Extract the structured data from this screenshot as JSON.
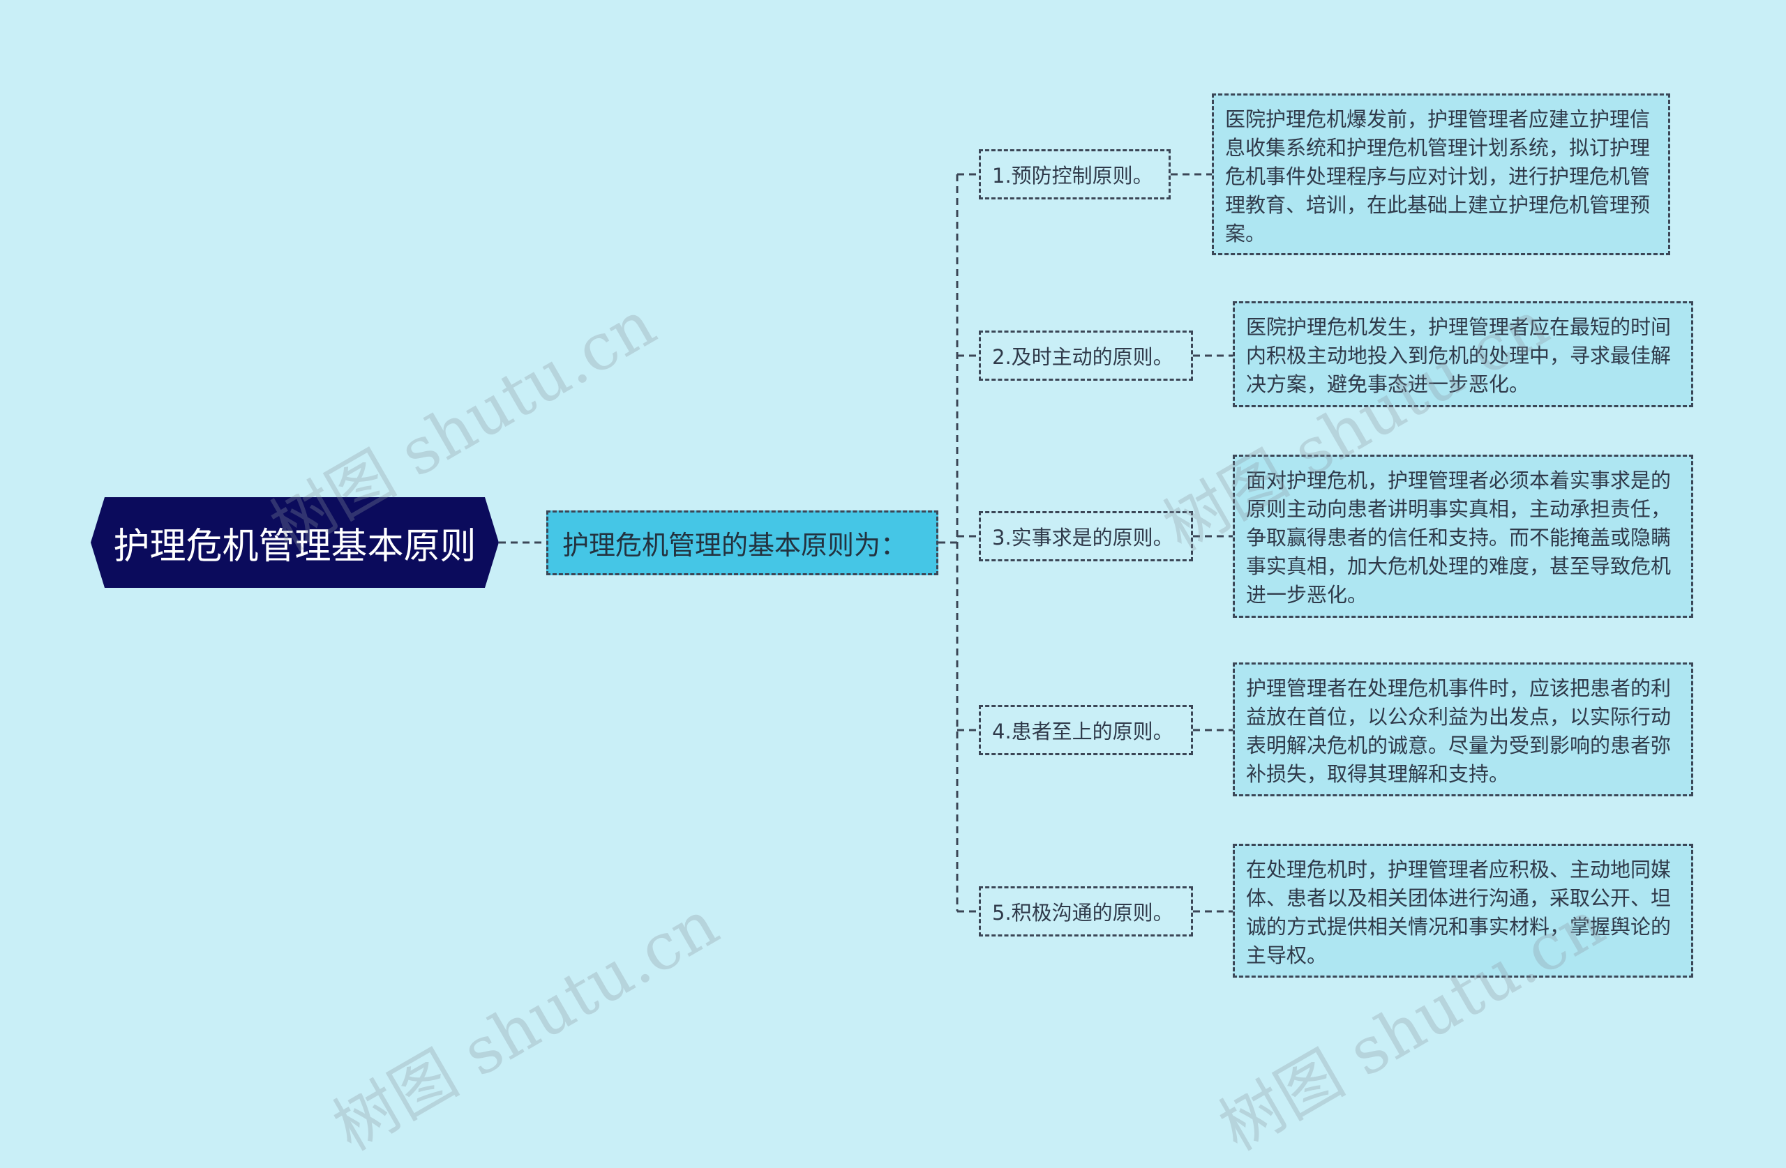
{
  "root": {
    "label": "护理危机管理基本原则"
  },
  "center": {
    "label": "护理危机管理的基本原则为："
  },
  "branches": [
    {
      "label": "1.预防控制原则。",
      "detail": "医院护理危机爆发前，护理管理者应建立护理信息收集系统和护理危机管理计划系统，拟订护理危机事件处理程序与应对计划，进行护理危机管理教育、培训，在此基础上建立护理危机管理预案。"
    },
    {
      "label": "2.及时主动的原则。",
      "detail": "医院护理危机发生，护理管理者应在最短的时间内积极主动地投入到危机的处理中，寻求最佳解决方案，避免事态进一步恶化。"
    },
    {
      "label": "3.实事求是的原则。",
      "detail": "面对护理危机，护理管理者必须本着实事求是的原则主动向患者讲明事实真相，主动承担责任，争取赢得患者的信任和支持。而不能掩盖或隐瞒事实真相，加大危机处理的难度，甚至导致危机进一步恶化。"
    },
    {
      "label": "4.患者至上的原则。",
      "detail": "护理管理者在处理危机事件时，应该把患者的利益放在首位，以公众利益为出发点，以实际行动表明解决危机的诚意。尽量为受到影响的患者弥补损失，取得其理解和支持。"
    },
    {
      "label": "5.积极沟通的原则。",
      "detail": "在处理危机时，护理管理者应积极、主动地同媒体、患者以及相关团体进行沟通，采取公开、坦诚的方式提供相关情况和事实材料，掌握舆论的主导权。"
    }
  ],
  "watermark": "树图 shutu.cn",
  "colors": {
    "background": "#c9eff7",
    "root_fill": "#0b0b5c",
    "center_fill": "#45c6e6",
    "leaf_fill": "#aee6f2",
    "line": "#3b4656"
  }
}
